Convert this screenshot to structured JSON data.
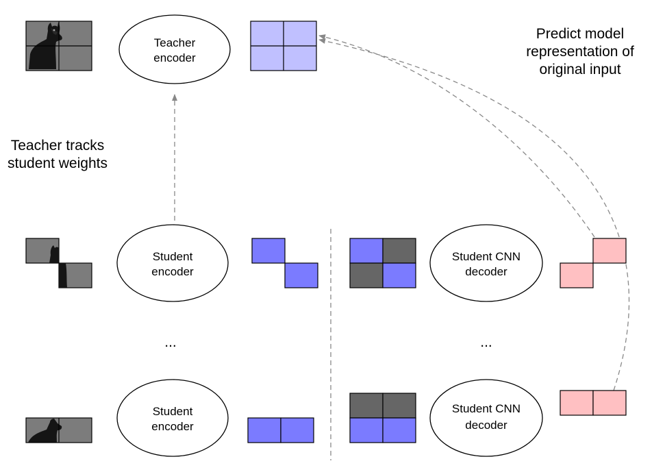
{
  "nodes": {
    "teacher_encoder": [
      "Teacher",
      "encoder"
    ],
    "student_encoder_1": [
      "Student",
      "encoder"
    ],
    "student_encoder_2": [
      "Student",
      "encoder"
    ],
    "student_decoder_1": [
      "Student CNN",
      "decoder"
    ],
    "student_decoder_2": [
      "Student CNN",
      "decoder"
    ]
  },
  "annotations": {
    "predict": [
      "Predict model",
      "representation of",
      "original input"
    ],
    "teacher_tracks": [
      "Teacher tracks",
      "student weights"
    ],
    "ellipsis_left": "...",
    "ellipsis_right": "..."
  },
  "colors": {
    "teacher_patch": "#c0c0ff",
    "student_patch": "#7b7bff",
    "masked_patch": "#666666",
    "prediction_patch": "#ffc0c2",
    "image_bg": "#7c7c7c",
    "arrow": "#888888"
  },
  "icons": {
    "input_image": "dog-photo-icon"
  }
}
